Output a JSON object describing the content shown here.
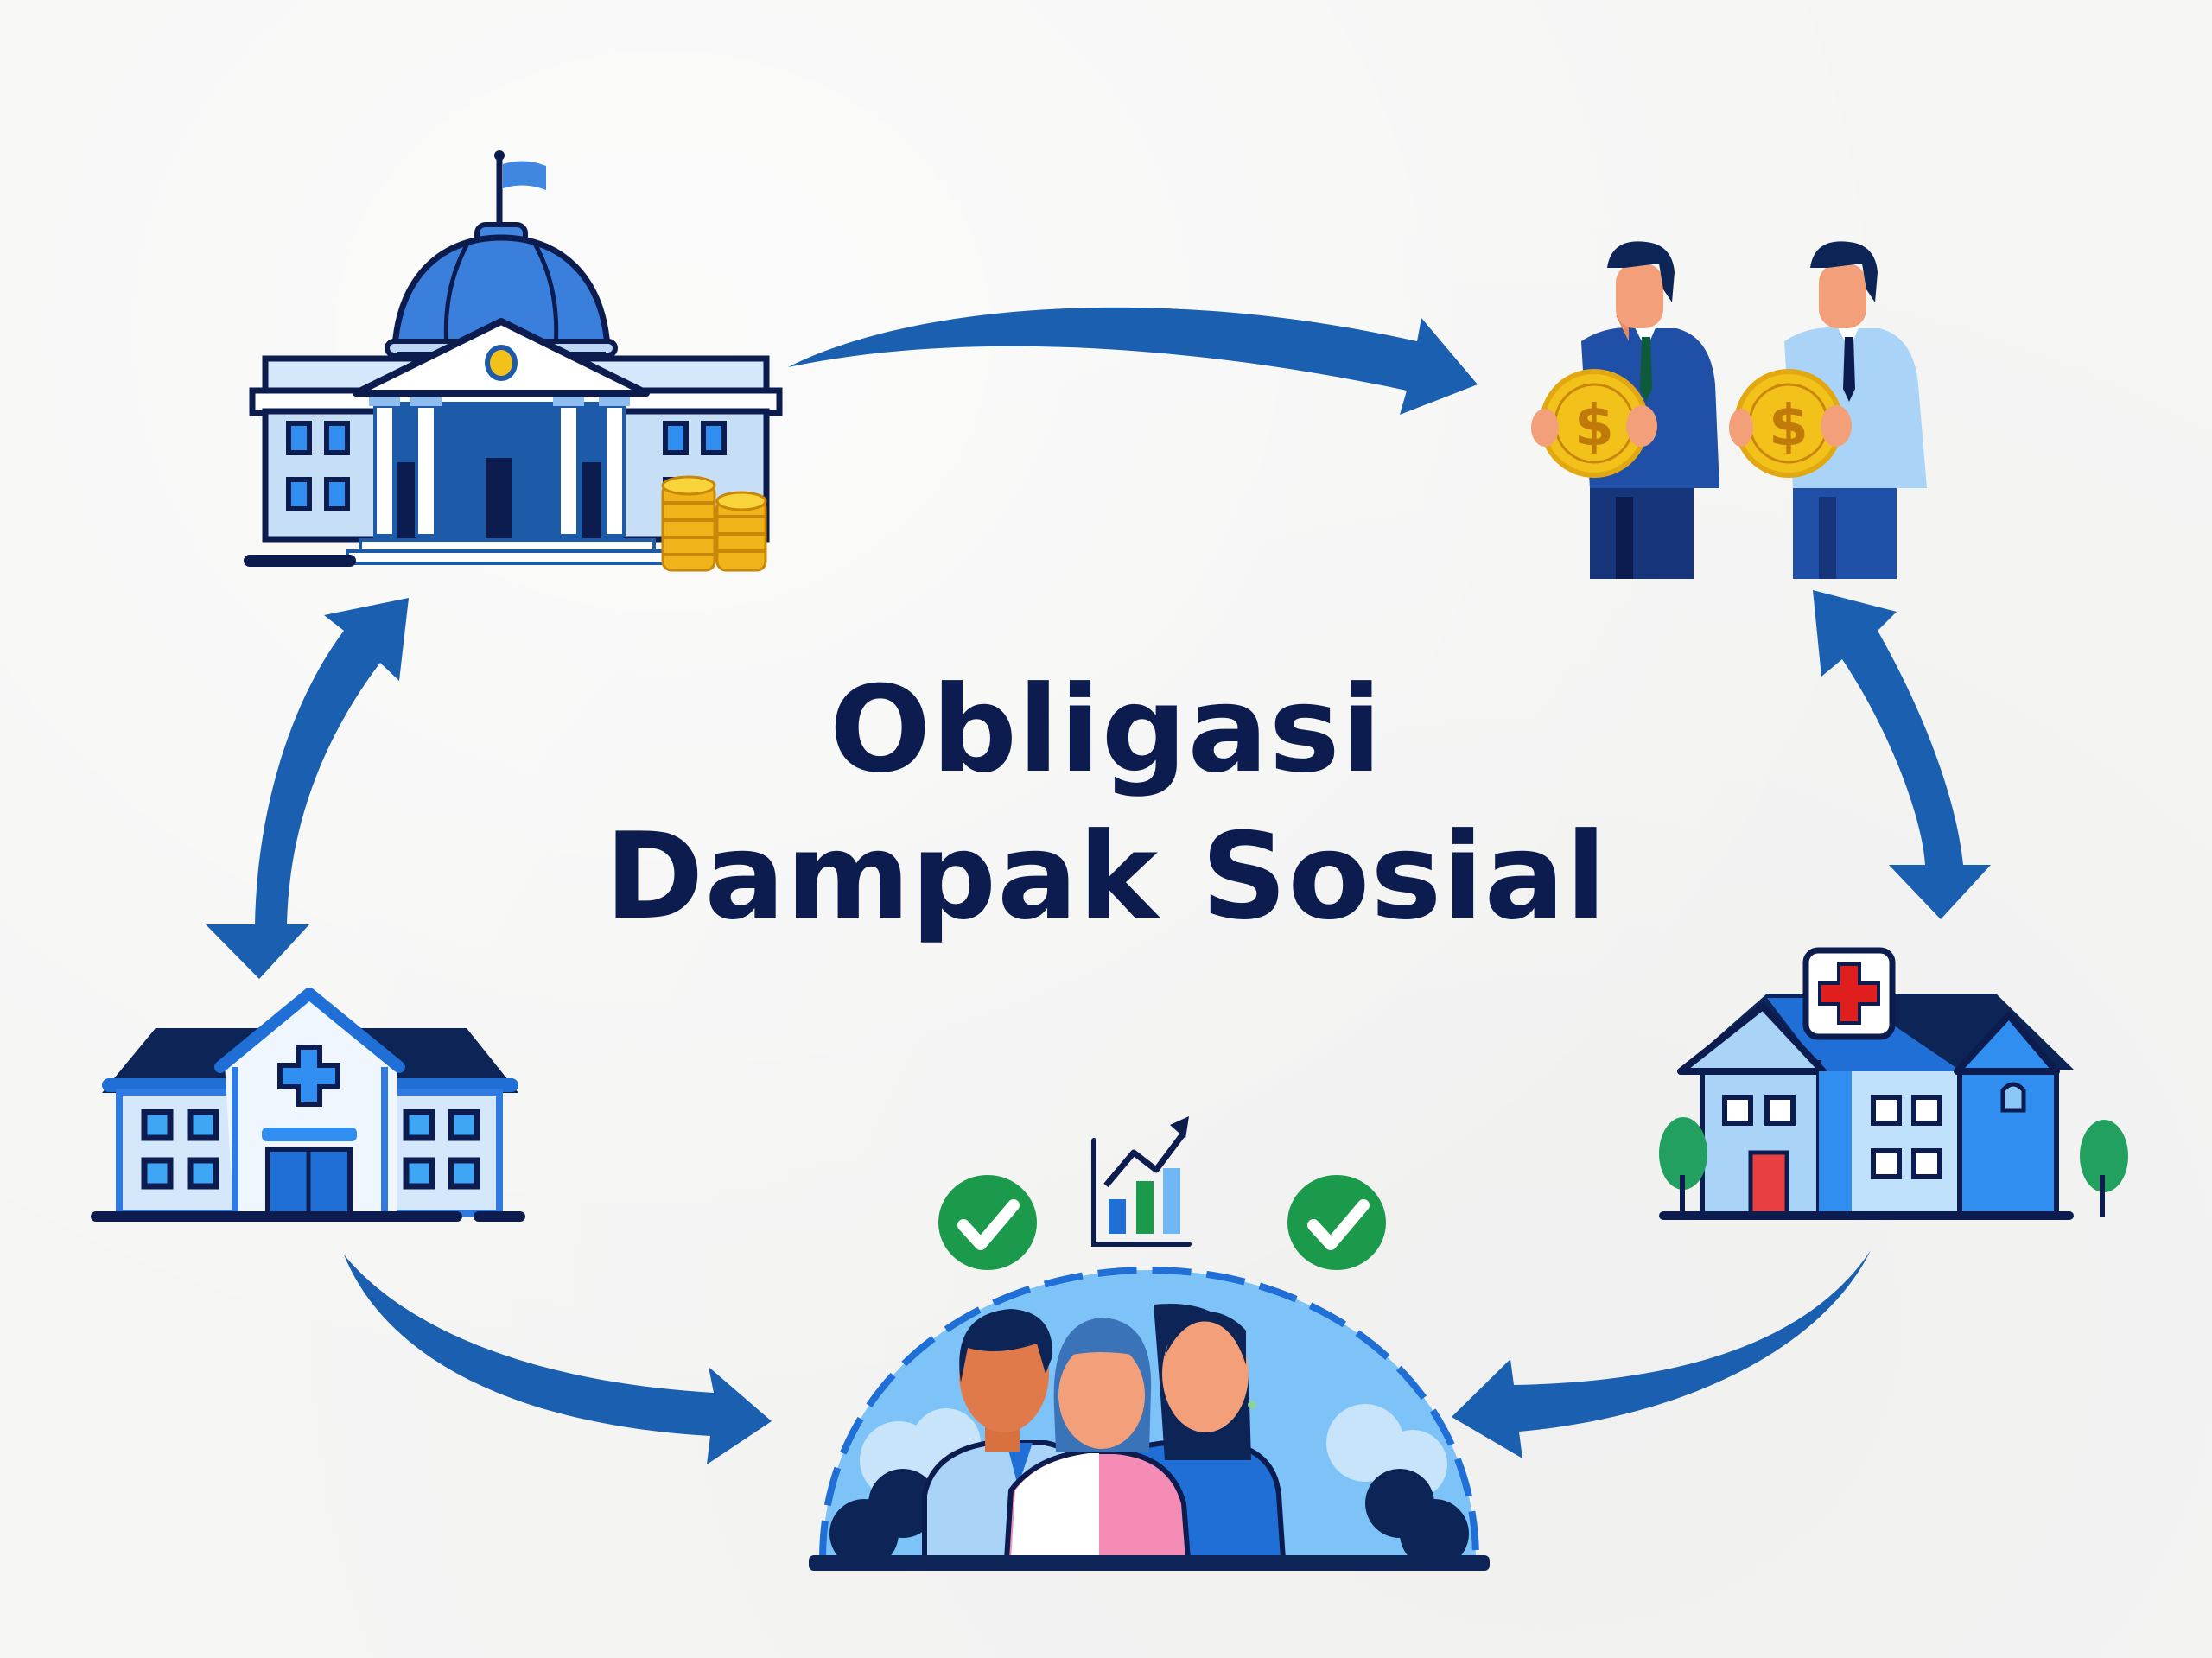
{
  "title": {
    "line1": "Obligasi",
    "line2": "Dampak Sosial"
  },
  "colors": {
    "navy": "#0c1c4f",
    "arrow": "#1a5fb0",
    "primary_blue": "#1f6fd6",
    "light_blue": "#a9d4f7",
    "pale_blue": "#dcecfb",
    "gold": "#f2c21b",
    "gold_dark": "#c9870a",
    "green_check": "#1a9a4a",
    "red_cross": "#e02020",
    "background": "#f5f5f4"
  },
  "nodes": [
    {
      "id": "government",
      "icon": "government-building-with-coins-icon",
      "position": "top-left"
    },
    {
      "id": "investors",
      "icon": "investors-holding-coins-icon",
      "position": "top-right"
    },
    {
      "id": "service_provider",
      "icon": "service-provider-clinic-icon",
      "position": "middle-right"
    },
    {
      "id": "beneficiaries",
      "icon": "community-beneficiaries-icon",
      "position": "bottom-center"
    },
    {
      "id": "hospital",
      "icon": "hospital-building-icon",
      "position": "middle-left"
    }
  ],
  "flows": [
    {
      "from": "government",
      "to": "investors",
      "direction": "one-way"
    },
    {
      "from": "investors",
      "to": "service_provider",
      "direction": "two-way"
    },
    {
      "from": "service_provider",
      "to": "beneficiaries",
      "direction": "one-way"
    },
    {
      "from": "hospital",
      "to": "beneficiaries",
      "direction": "one-way"
    },
    {
      "from": "hospital",
      "to": "government",
      "direction": "two-way"
    }
  ],
  "outcome_indicators": [
    {
      "icon": "check-circle-icon"
    },
    {
      "icon": "growth-chart-icon"
    },
    {
      "icon": "check-circle-icon"
    }
  ]
}
